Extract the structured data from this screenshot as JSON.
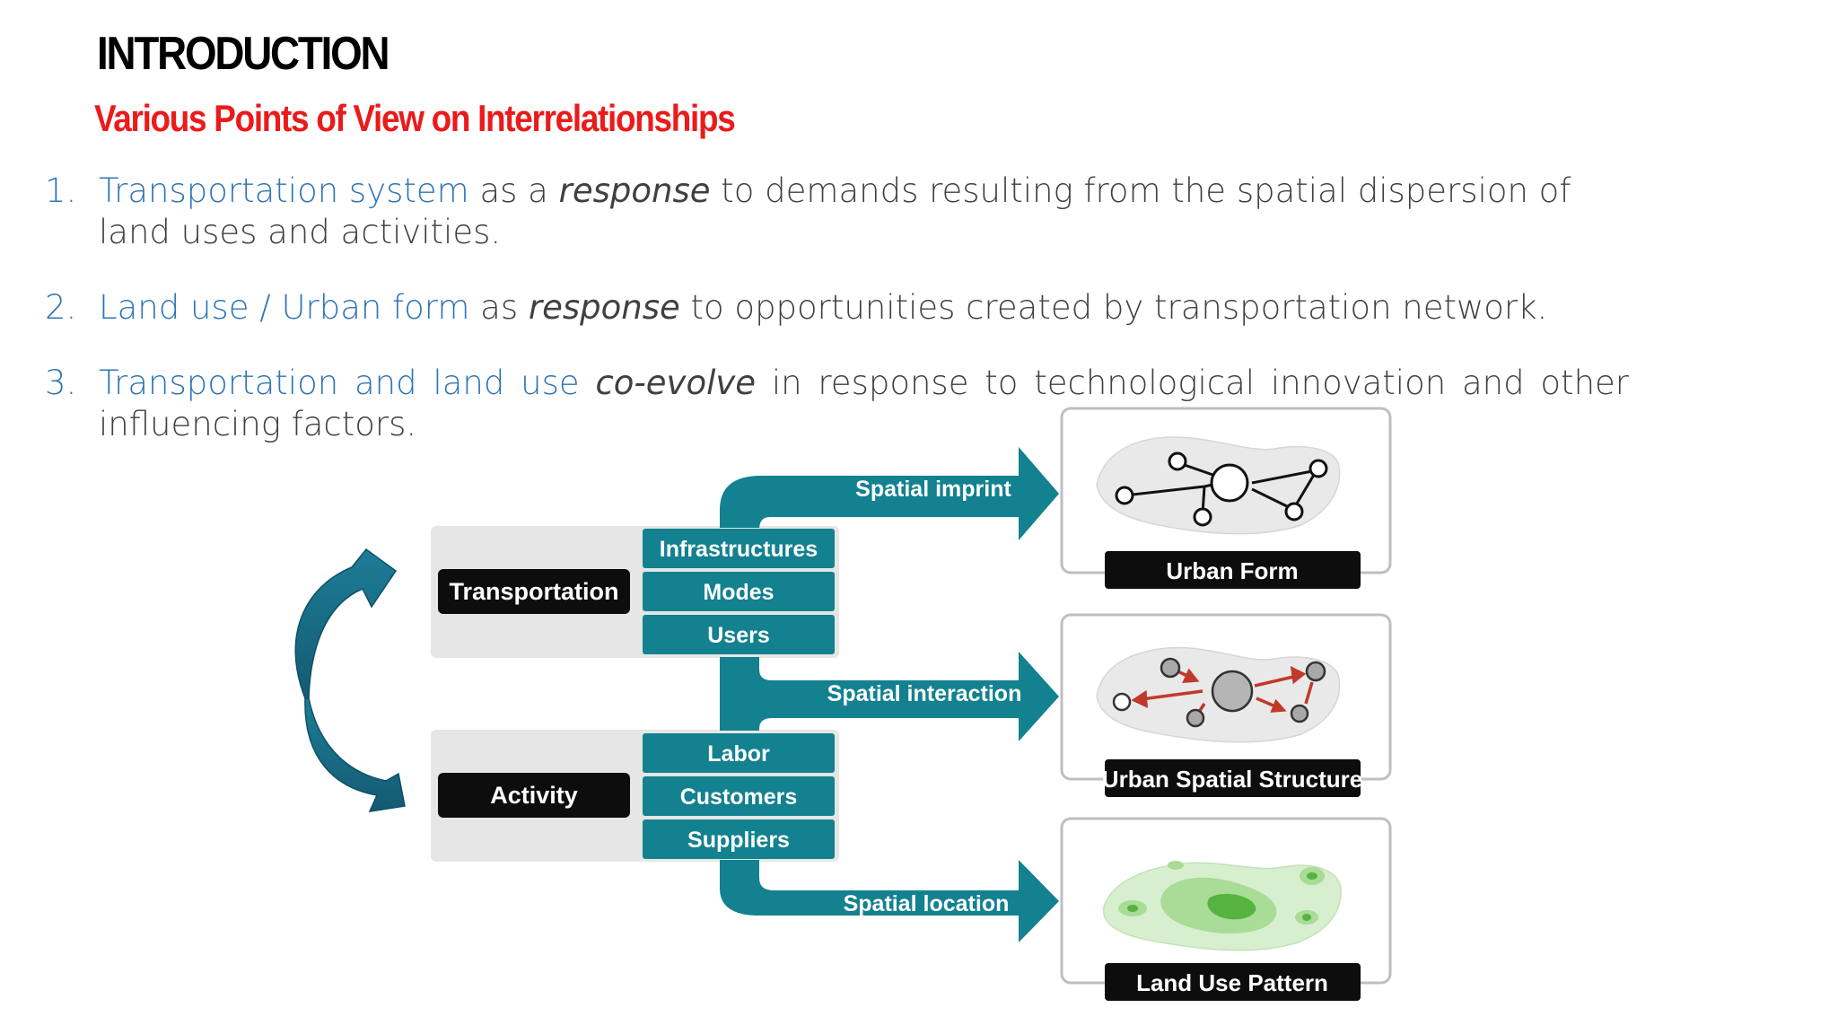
{
  "slide": {
    "title": "INTRODUCTION",
    "subtitle": "Various Points of View on Interrelationships"
  },
  "points": [
    {
      "number": "1.",
      "highlight": "Transportation system",
      "text_a": " as a ",
      "emphasis": "response",
      "text_b": " to demands resulting from the spatial dispersion of land uses and activities."
    },
    {
      "number": "2.",
      "highlight": "Land use / Urban form",
      "text_a": " as ",
      "emphasis": "response",
      "text_b": " to opportunities created by transportation network."
    },
    {
      "number": "3.",
      "highlight": "Transportation and land use",
      "text_a": " ",
      "emphasis": "co-evolve",
      "text_b": " in response to technological innovation and other influencing factors."
    }
  ],
  "diagram": {
    "transportation": {
      "label": "Transportation",
      "items": [
        "Infrastructures",
        "Modes",
        "Users"
      ]
    },
    "activity": {
      "label": "Activity",
      "items": [
        "Labor",
        "Customers",
        "Suppliers"
      ]
    },
    "flows": [
      "Spatial imprint",
      "Spatial interaction",
      "Spatial location"
    ],
    "outcomes": [
      "Urban Form",
      "Urban Spatial Structure",
      "Land Use Pattern"
    ],
    "colors": {
      "teal": "#13818f",
      "cycle_arrow": "#1a6f86",
      "label_box": "#0d0d0d",
      "panel": "#e6e6e6",
      "network_arrow": "#c0392b",
      "land_green": "#6cc25a"
    }
  }
}
